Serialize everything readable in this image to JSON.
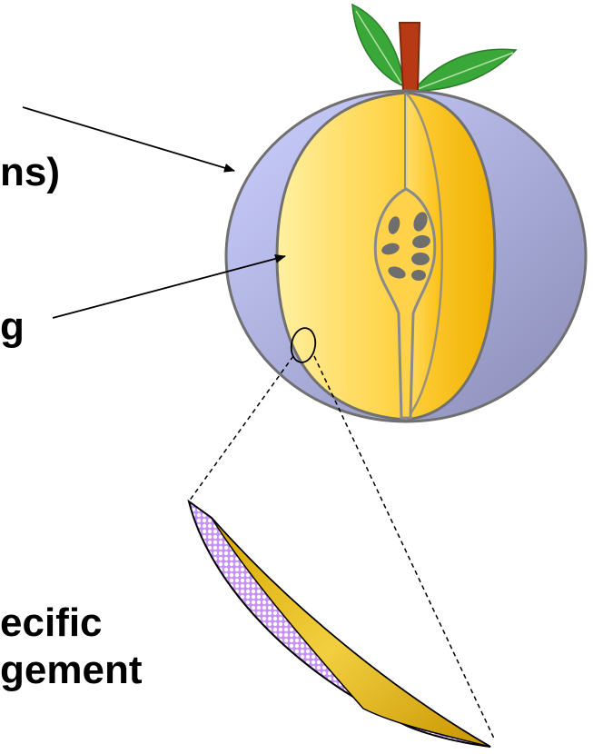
{
  "labels": {
    "top": "ns)",
    "middle": "g",
    "bottom_line1": "ecific",
    "bottom_line2": "gement"
  },
  "colors": {
    "peel": "#b0b2e0",
    "flesh": "#ffc928",
    "leaf": "#3aa838",
    "stem": "#b83a14",
    "seed": "#6e6e6e",
    "cross_section_flesh": "#d8a800",
    "cross_section_skin": "#b070f0"
  },
  "icons": [
    "fruit-diagram",
    "magnified-skin-section"
  ]
}
